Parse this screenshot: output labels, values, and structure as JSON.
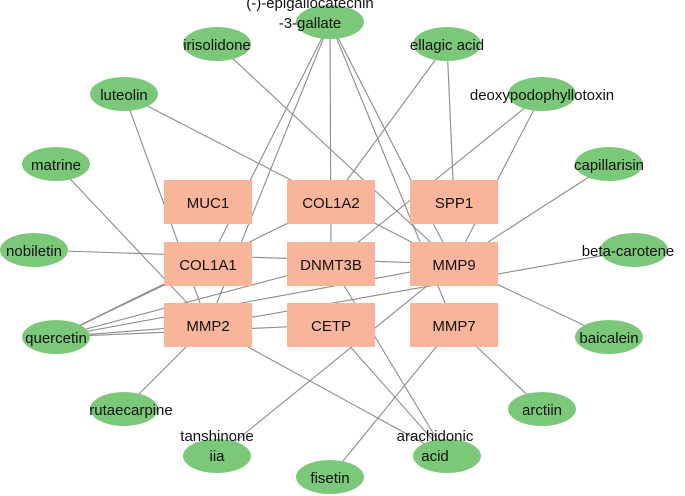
{
  "colors": {
    "compound_fill": "#7cc87a",
    "target_fill": "#f8b59c",
    "edge": "#8c8c8c",
    "text": "#111111"
  },
  "nodes": [
    {
      "id": "egcg",
      "kind": "compound",
      "lines": [
        "(-)-epigallocatechin",
        "-3-gallate"
      ]
    },
    {
      "id": "irisolidone",
      "kind": "compound",
      "lines": [
        "irisolidone"
      ]
    },
    {
      "id": "ellagic_acid",
      "kind": "compound",
      "lines": [
        "ellagic acid"
      ]
    },
    {
      "id": "luteolin",
      "kind": "compound",
      "lines": [
        "luteolin"
      ]
    },
    {
      "id": "deoxypodophyllotoxin",
      "kind": "compound",
      "lines": [
        "deoxypodophyllotoxin"
      ]
    },
    {
      "id": "matrine",
      "kind": "compound",
      "lines": [
        "matrine"
      ]
    },
    {
      "id": "capillarisin",
      "kind": "compound",
      "lines": [
        "capillarisin"
      ]
    },
    {
      "id": "nobiletin",
      "kind": "compound",
      "lines": [
        "nobiletin"
      ]
    },
    {
      "id": "beta_carotene",
      "kind": "compound",
      "lines": [
        "beta-carotene"
      ]
    },
    {
      "id": "quercetin",
      "kind": "compound",
      "lines": [
        "quercetin"
      ]
    },
    {
      "id": "baicalein",
      "kind": "compound",
      "lines": [
        "baicalein"
      ]
    },
    {
      "id": "rutaecarpine",
      "kind": "compound",
      "lines": [
        "rutaecarpine"
      ]
    },
    {
      "id": "arctiin",
      "kind": "compound",
      "lines": [
        "arctiin"
      ]
    },
    {
      "id": "tanshinone_iia",
      "kind": "compound",
      "lines": [
        "tanshinone",
        "iia"
      ]
    },
    {
      "id": "fisetin",
      "kind": "compound",
      "lines": [
        "fisetin"
      ]
    },
    {
      "id": "arachidonic_acid",
      "kind": "compound",
      "lines": [
        "arachidonic",
        "acid"
      ]
    },
    {
      "id": "MUC1",
      "kind": "target",
      "lines": [
        "MUC1"
      ]
    },
    {
      "id": "COL1A2",
      "kind": "target",
      "lines": [
        "COL1A2"
      ]
    },
    {
      "id": "SPP1",
      "kind": "target",
      "lines": [
        "SPP1"
      ]
    },
    {
      "id": "COL1A1",
      "kind": "target",
      "lines": [
        "COL1A1"
      ]
    },
    {
      "id": "DNMT3B",
      "kind": "target",
      "lines": [
        "DNMT3B"
      ]
    },
    {
      "id": "MMP9",
      "kind": "target",
      "lines": [
        "MMP9"
      ]
    },
    {
      "id": "MMP2",
      "kind": "target",
      "lines": [
        "MMP2"
      ]
    },
    {
      "id": "CETP",
      "kind": "target",
      "lines": [
        "CETP"
      ]
    },
    {
      "id": "MMP7",
      "kind": "target",
      "lines": [
        "MMP7"
      ]
    }
  ],
  "edges": [
    [
      "egcg",
      "COL1A1"
    ],
    [
      "egcg",
      "MMP2"
    ],
    [
      "egcg",
      "DNMT3B"
    ],
    [
      "egcg",
      "MMP9"
    ],
    [
      "egcg",
      "MMP7"
    ],
    [
      "irisolidone",
      "MMP9"
    ],
    [
      "ellagic_acid",
      "COL1A2"
    ],
    [
      "ellagic_acid",
      "SPP1"
    ],
    [
      "luteolin",
      "MMP2"
    ],
    [
      "luteolin",
      "MMP9"
    ],
    [
      "deoxypodophyllotoxin",
      "DNMT3B"
    ],
    [
      "deoxypodophyllotoxin",
      "MMP9"
    ],
    [
      "matrine",
      "MMP2"
    ],
    [
      "capillarisin",
      "MMP9"
    ],
    [
      "nobiletin",
      "MMP9"
    ],
    [
      "beta_carotene",
      "MMP2"
    ],
    [
      "quercetin",
      "COL1A1"
    ],
    [
      "quercetin",
      "COL1A2"
    ],
    [
      "quercetin",
      "DNMT3B"
    ],
    [
      "quercetin",
      "MMP9"
    ],
    [
      "quercetin",
      "MMP2"
    ],
    [
      "quercetin",
      "CETP"
    ],
    [
      "baicalein",
      "MMP9"
    ],
    [
      "rutaecarpine",
      "MMP2"
    ],
    [
      "arctiin",
      "MMP7"
    ],
    [
      "fisetin",
      "MMP7"
    ],
    [
      "tanshinone_iia",
      "MMP9"
    ],
    [
      "arachidonic_acid",
      "CETP"
    ],
    [
      "arachidonic_acid",
      "DNMT3B"
    ],
    [
      "arachidonic_acid",
      "MMP2"
    ]
  ]
}
